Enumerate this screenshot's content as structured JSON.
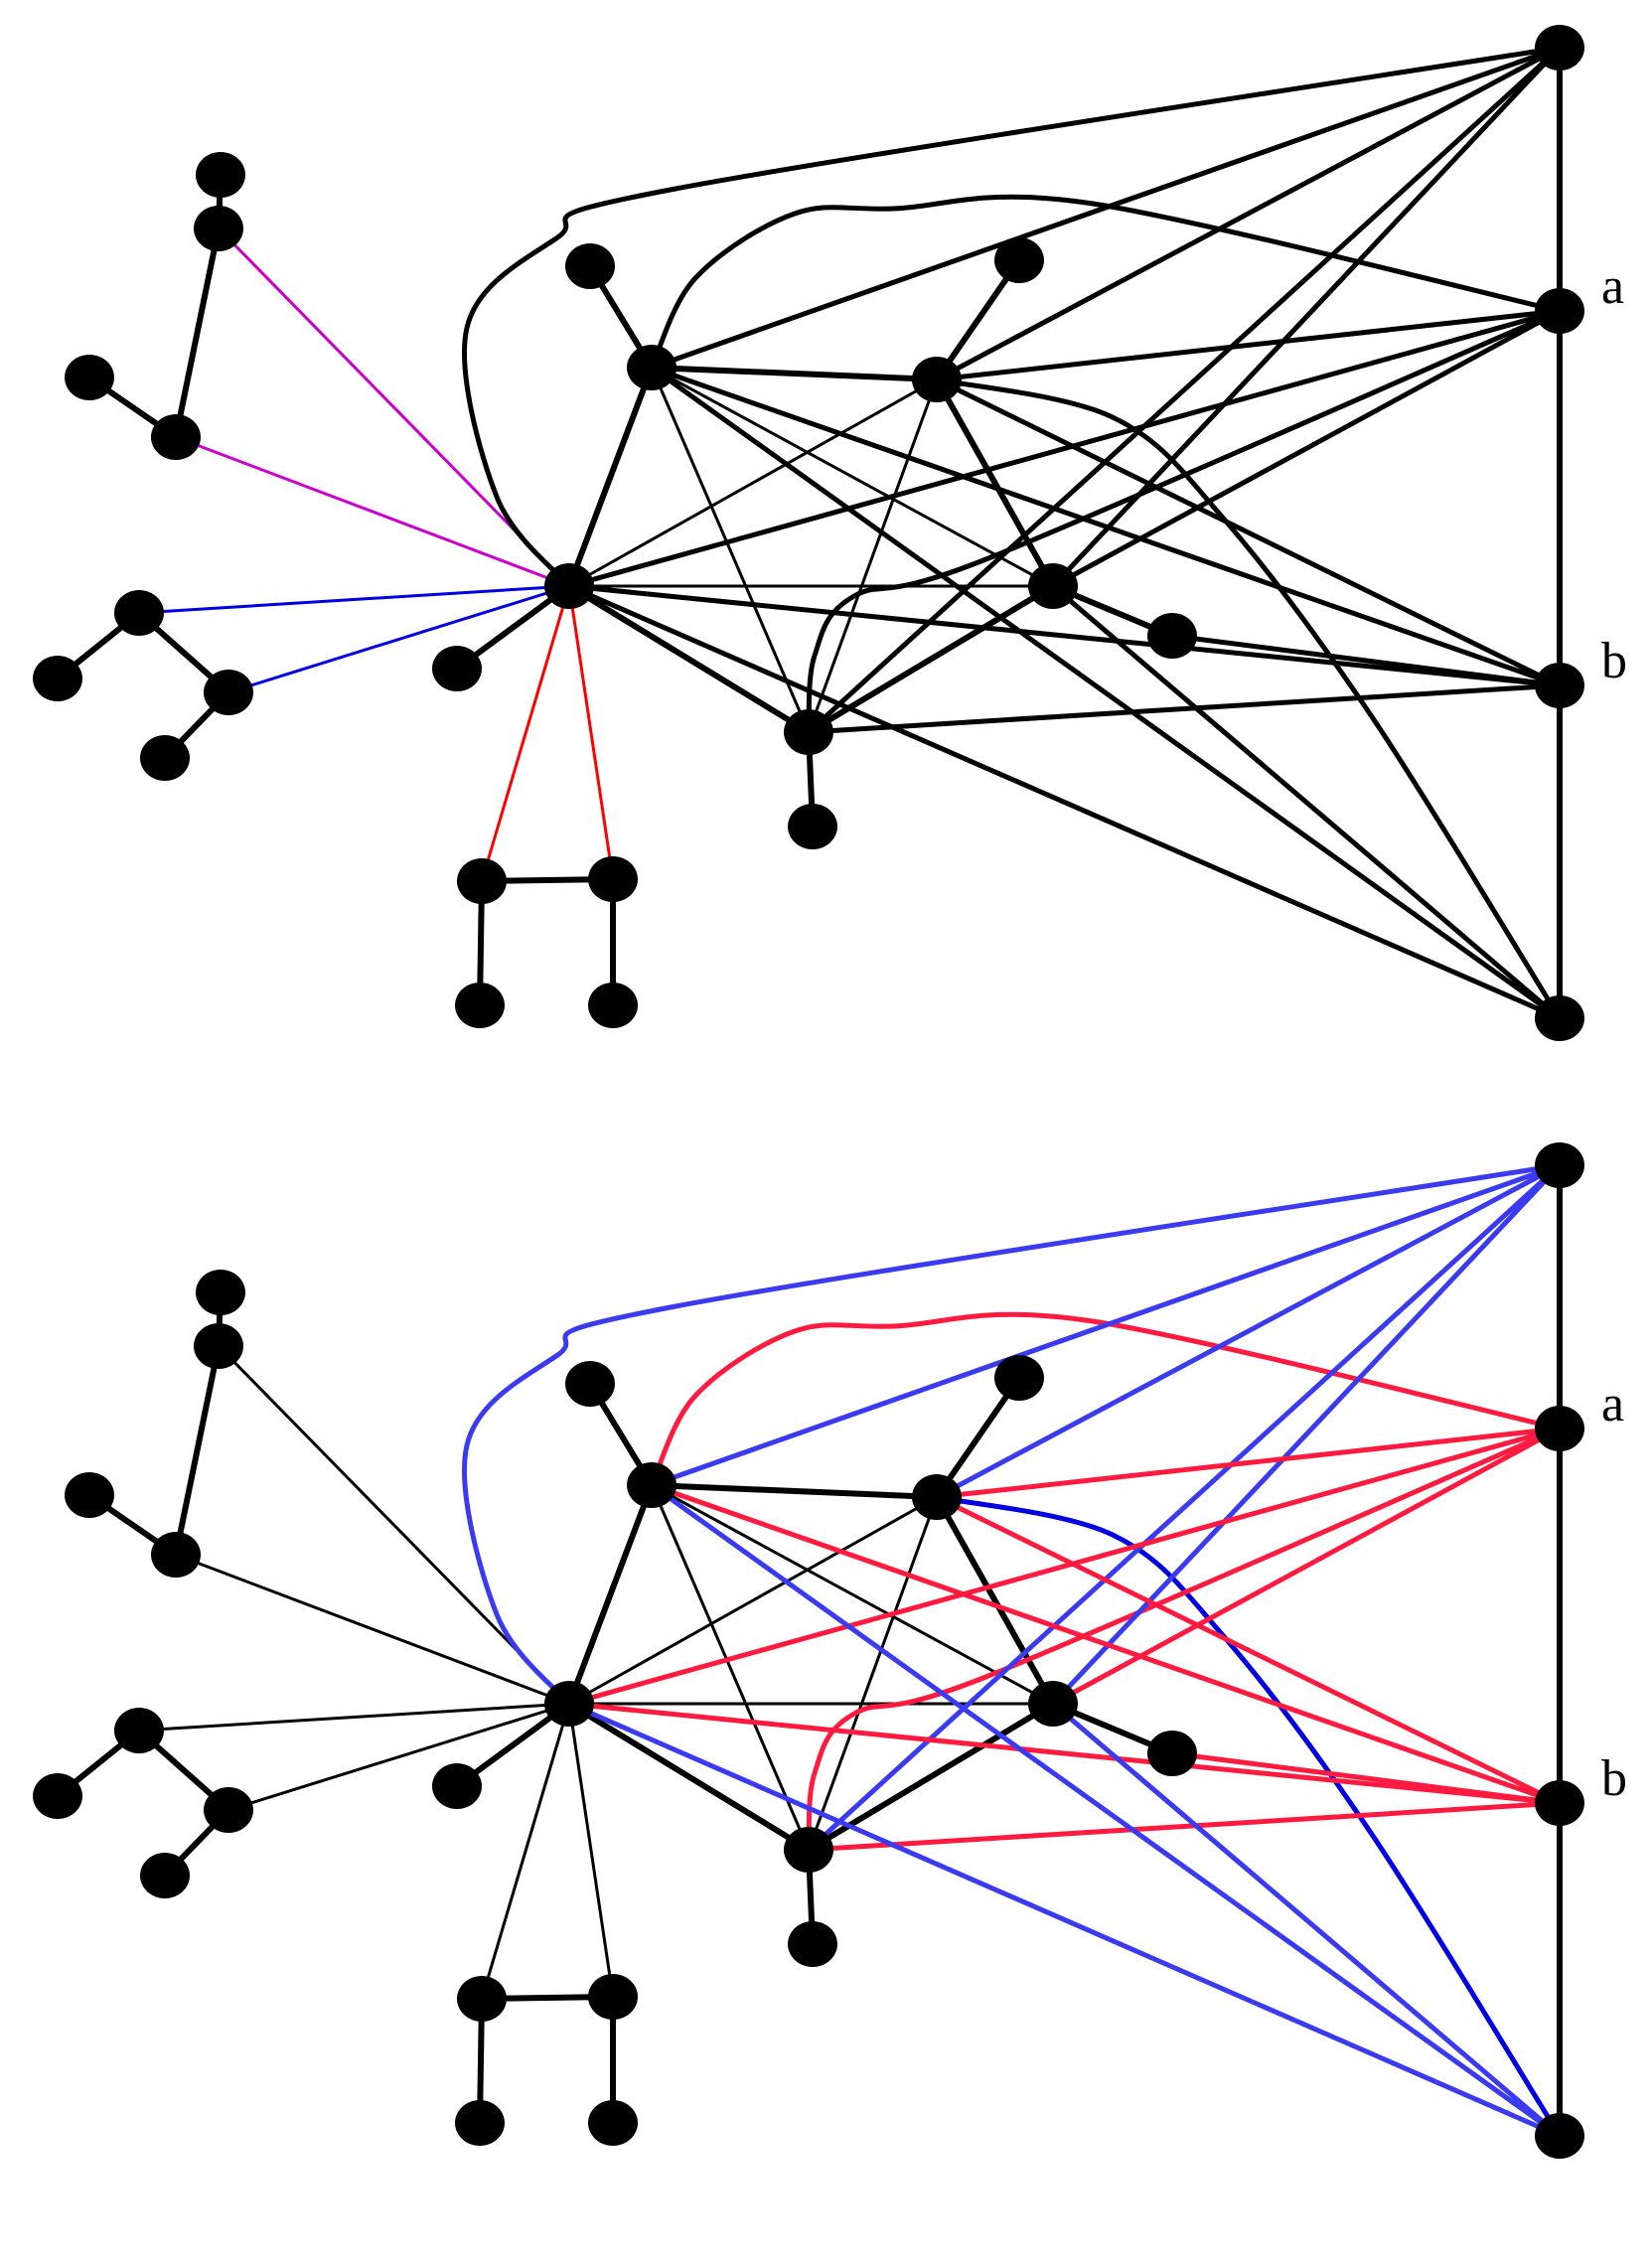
{
  "colors": {
    "node": "#000000",
    "edge_default": "#000000",
    "magenta": "#cc00cc",
    "blue": "#0000e0",
    "red": "#ff0000",
    "light_blue": "#3a3af0",
    "pink_red": "#ff1a40"
  },
  "panels": [
    {
      "id": "top",
      "labels": [
        {
          "text": "a",
          "node": "A"
        },
        {
          "text": "b",
          "node": "B"
        }
      ]
    },
    {
      "id": "bottom",
      "labels": [
        {
          "text": "a",
          "node": "A"
        },
        {
          "text": "b",
          "node": "B"
        }
      ]
    }
  ]
}
